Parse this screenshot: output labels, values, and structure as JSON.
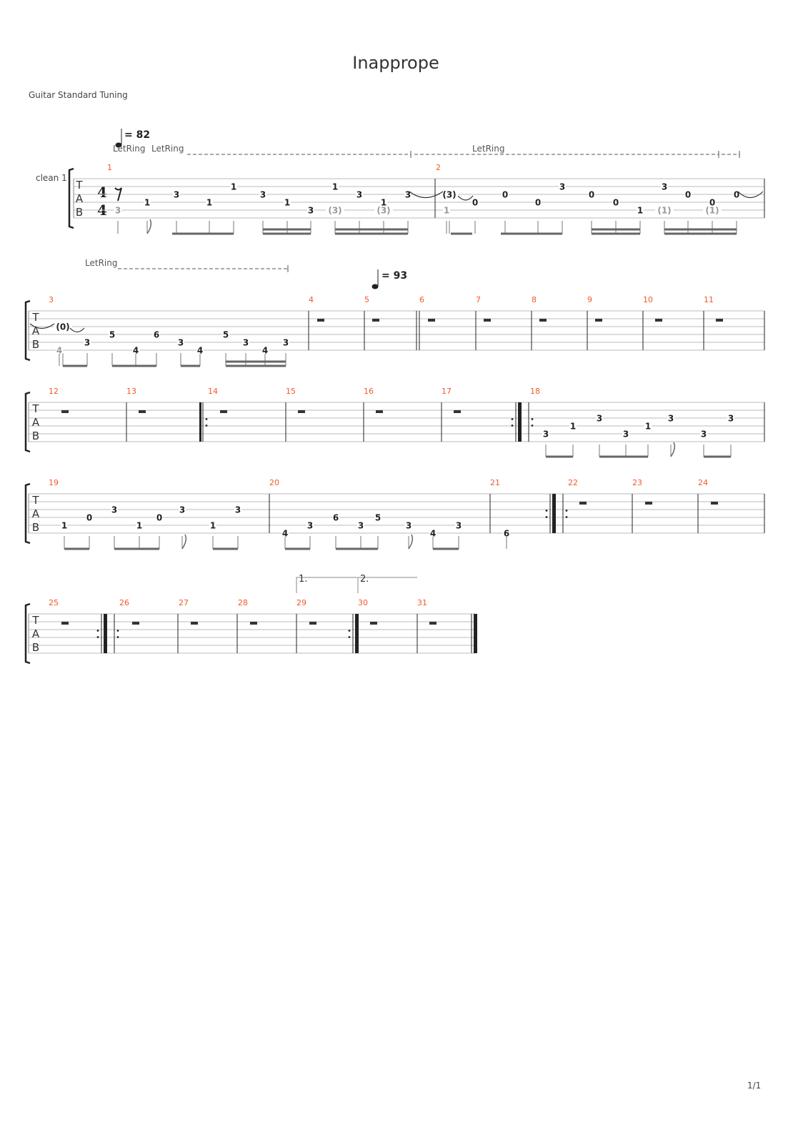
{
  "title": "Inapprope",
  "subtitle": "Guitar Standard Tuning",
  "track_name": "clean 1",
  "page_number": "1/1",
  "time_signature": {
    "top": "4",
    "bottom": "4"
  },
  "tempo_marks": [
    "= 82",
    "= 93"
  ],
  "let_ring_label": "LetRing",
  "tab_clef": [
    "T",
    "A",
    "B"
  ],
  "volta_labels": [
    "1.",
    "2."
  ],
  "measure_numbers": [
    "1",
    "2",
    "3",
    "4",
    "5",
    "6",
    "7",
    "8",
    "9",
    "10",
    "11",
    "12",
    "13",
    "14",
    "15",
    "16",
    "17",
    "18",
    "19",
    "20",
    "21",
    "22",
    "23",
    "24",
    "25",
    "26",
    "27",
    "28",
    "29",
    "30",
    "31"
  ],
  "rest_measures": [
    "4",
    "5",
    "6",
    "7",
    "8",
    "9",
    "10",
    "11",
    "12",
    "13",
    "14",
    "15",
    "16",
    "17",
    "22",
    "23",
    "24",
    "25",
    "26",
    "27",
    "28",
    "29",
    "30",
    "31"
  ],
  "notes": [
    [
      {
        "s": 5,
        "f": "3",
        "g": true
      },
      {
        "s": 4,
        "f": "1"
      },
      {
        "s": 3,
        "f": "3"
      },
      {
        "s": 4,
        "f": "1"
      },
      {
        "s": 2,
        "f": "1"
      },
      {
        "s": 3,
        "f": "3"
      },
      {
        "s": 4,
        "f": "1"
      },
      {
        "s": 5,
        "f": "3"
      },
      {
        "s": 2,
        "f": "1"
      },
      {
        "s": 5,
        "f": "(3)",
        "g": true
      },
      {
        "s": 3,
        "f": "3"
      },
      {
        "s": 4,
        "f": "1"
      },
      {
        "s": 5,
        "f": "(3)",
        "g": true
      },
      {
        "s": 3,
        "f": "3"
      },
      {
        "s": 3,
        "f": "(3)"
      },
      {
        "s": 5,
        "f": "1",
        "g": true
      },
      {
        "s": 4,
        "f": "0"
      },
      {
        "s": 3,
        "f": "0"
      },
      {
        "s": 4,
        "f": "0"
      },
      {
        "s": 2,
        "f": "3"
      },
      {
        "s": 3,
        "f": "0"
      },
      {
        "s": 4,
        "f": "0"
      },
      {
        "s": 5,
        "f": "1"
      },
      {
        "s": 2,
        "f": "3"
      },
      {
        "s": 5,
        "f": "(1)",
        "g": true
      },
      {
        "s": 3,
        "f": "0"
      },
      {
        "s": 4,
        "f": "0"
      },
      {
        "s": 5,
        "f": "(1)",
        "g": true
      },
      {
        "s": 3,
        "f": "0"
      }
    ],
    [
      {
        "s": 3,
        "f": "(0)"
      },
      {
        "s": 6,
        "f": "4",
        "g": true
      },
      {
        "s": 5,
        "f": "3"
      },
      {
        "s": 4,
        "f": "5"
      },
      {
        "s": 6,
        "f": "4"
      },
      {
        "s": 4,
        "f": "6"
      },
      {
        "s": 5,
        "f": "3"
      },
      {
        "s": 6,
        "f": "4"
      },
      {
        "s": 4,
        "f": "5"
      },
      {
        "s": 5,
        "f": "3"
      },
      {
        "s": 6,
        "f": "4"
      },
      {
        "s": 5,
        "f": "3"
      }
    ],
    [
      {
        "s": 5,
        "f": "3"
      },
      {
        "s": 4,
        "f": "1"
      },
      {
        "s": 3,
        "f": "3"
      },
      {
        "s": 5,
        "f": "3"
      },
      {
        "s": 4,
        "f": "1"
      },
      {
        "s": 3,
        "f": "3"
      },
      {
        "s": 5,
        "f": "3"
      },
      {
        "s": 3,
        "f": "3"
      }
    ],
    [
      {
        "s": 5,
        "f": "1"
      },
      {
        "s": 4,
        "f": "0"
      },
      {
        "s": 3,
        "f": "3"
      },
      {
        "s": 5,
        "f": "1"
      },
      {
        "s": 4,
        "f": "0"
      },
      {
        "s": 3,
        "f": "3"
      },
      {
        "s": 5,
        "f": "1"
      },
      {
        "s": 3,
        "f": "3"
      },
      {
        "s": 6,
        "f": "4"
      },
      {
        "s": 5,
        "f": "3"
      },
      {
        "s": 4,
        "f": "6"
      },
      {
        "s": 5,
        "f": "3"
      },
      {
        "s": 4,
        "f": "5"
      },
      {
        "s": 5,
        "f": "3"
      },
      {
        "s": 6,
        "f": "4"
      },
      {
        "s": 5,
        "f": "3"
      },
      {
        "s": 6,
        "f": "6"
      }
    ],
    []
  ]
}
